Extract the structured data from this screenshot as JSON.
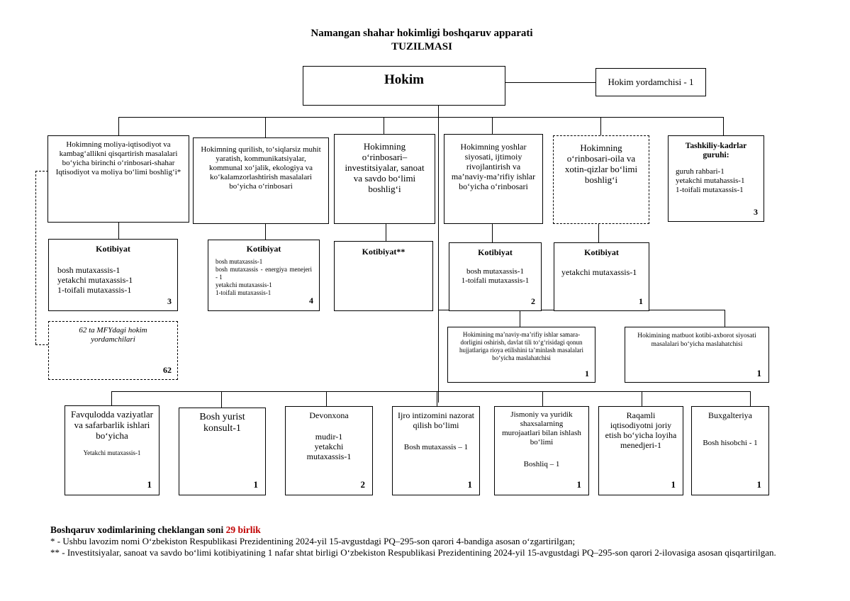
{
  "header": {
    "title": "Namangan shahar hokimligi boshqaruv apparati",
    "subtitle": "TUZILMASI"
  },
  "top": {
    "hokim": "Hokim",
    "assistant": "Hokim yordamchisi - 1"
  },
  "deputies": [
    {
      "text": "Hokimning moliya-iqtisodiyot va kambag‘allikni qisqartirish masalalari bo‘yicha birinchi o‘rinbosari-shahar Iqtisodiyot va moliya bo‘limi boshlig‘i*"
    },
    {
      "text": "Hokimning qurilish, to‘siqlarsiz muhit yaratish, kommunikatsiyalar, kommunal xo‘jalik, ekologiya va ko‘kalamzorlashtirish masalalari bo‘yicha o‘rinbosari"
    },
    {
      "text": "Hokimning o‘rinbosari– investitsiyalar, sanoat va savdo bo‘limi boshlig‘i"
    },
    {
      "text": "Hokimning yoshlar siyosati, ijtimoiy rivojlantirish va ma’naviy-ma’rifiy ishlar bo‘yicha o‘rinbosari"
    },
    {
      "text": "Hokimning o‘rinbosari-oila va xotin-qizlar bo‘limi boshlig‘i"
    }
  ],
  "group": {
    "title": "Tashkiliy-kadrlar guruhi:",
    "lines": "guruh rahbari-1\nyetakchi mutahassis-1\n1-toifali mutaxassis-1",
    "count": "3"
  },
  "secretariats": [
    {
      "title": "Kotibiyat",
      "lines": "bosh mutaxassis-1\nyetakchi mutaxassis-1\n1-toifali mutaxassis-1",
      "count": "3"
    },
    {
      "title": "Kotibiyat",
      "lines": "bosh mutaxassis-1\nbosh mutaxassis - energiya menejeri - 1\nyetakchi mutaxassis-1\n1-toifali mutaxassis-1",
      "count": "4"
    },
    {
      "title": "Kotibiyat**",
      "lines": "",
      "count": ""
    },
    {
      "title": "Kotibiyat",
      "lines": "bosh mutaxassis-1\n1-toifali mutaxassis-1",
      "count": "2"
    },
    {
      "title": "Kotibiyat",
      "lines": "yetakchi mutaxassis-1",
      "count": "1"
    }
  ],
  "mfy": {
    "text": "62 ta MFYdagi hokim yordamchilari",
    "count": "62"
  },
  "advisors": [
    {
      "text": "Hokimining ma’naviy-ma’rifiy ishlar samara-dorligini oshirish, davlat tili to‘g‘risidagi qonun hujjatlariga rioya etilishini ta’minlash masalalari bo‘yicha maslahatchisi",
      "count": "1"
    },
    {
      "text": "Hokimining matbuot kotibi-axborot siyosati masalalari bo‘yicha maslahatchisi",
      "count": "1"
    }
  ],
  "departments": [
    {
      "title": "Favqulodda vaziyatlar va safarbarlik ishlari bo‘yicha",
      "staff": "Yetakchi mutaxassis-1",
      "count": "1"
    },
    {
      "title": "Bosh yurist konsult-1",
      "staff": "",
      "count": "1"
    },
    {
      "title": "Devonxona",
      "staff": "mudir-1\nyetakchi\nmutaxassis-1",
      "count": "2"
    },
    {
      "title": "Ijro intizomini nazorat qilish bo‘limi",
      "staff": "Bosh mutaxassis – 1",
      "count": "1"
    },
    {
      "title": "Jismoniy va yuridik shaxsalarning murojaatlari bilan ishlash bo‘limi",
      "staff": "Boshliq – 1",
      "count": "1"
    },
    {
      "title": "Raqamli iqtisodiyotni joriy etish bo‘yicha loyiha menedjeri-1",
      "staff": "",
      "count": "1"
    },
    {
      "title": "Buxgalteriya",
      "staff": "Bosh hisobchi - 1",
      "count": "1"
    }
  ],
  "footer": {
    "limit_label": "Boshqaruv xodimlarining cheklangan soni",
    "limit_value": "29 birlik",
    "limit_color": "#c00000",
    "note1": "* - Ushbu lavozim nomi O‘zbekiston Respublikasi Prezidentining 2024-yil 15-avgustdagi PQ–295-son qarori 4-bandiga asosan o‘zgartirilgan;",
    "note2": "** - Investitsiyalar, sanoat va savdo bo‘limi kotibiyatining 1 nafar shtat birligi O‘zbekiston Respublikasi Prezidentining 2024-yil 15-avgustdagi PQ–295-son qarori 2-ilovasiga asosan qisqartirilgan."
  }
}
